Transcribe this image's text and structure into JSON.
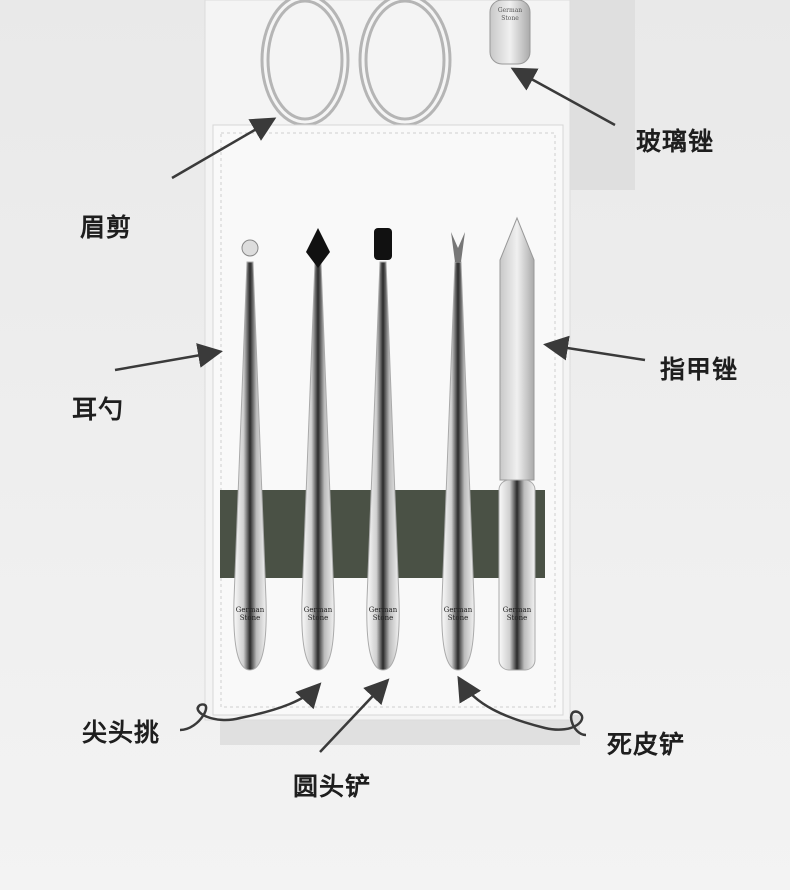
{
  "labels": {
    "eyebrow_scissors": "眉剪",
    "glass_file": "玻璃锉",
    "ear_spoon": "耳勺",
    "nail_file": "指甲锉",
    "pointed_pick": "尖头挑",
    "round_shovel": "圆头铲",
    "cuticle_pusher": "死皮铲"
  },
  "brand": {
    "line1": "German",
    "line2": "Stone"
  },
  "colors": {
    "background": "#efefef",
    "case": "#f7f7f7",
    "strap": "#4a5145",
    "text": "#1e1e1e",
    "arrow": "#3a3a3a"
  }
}
